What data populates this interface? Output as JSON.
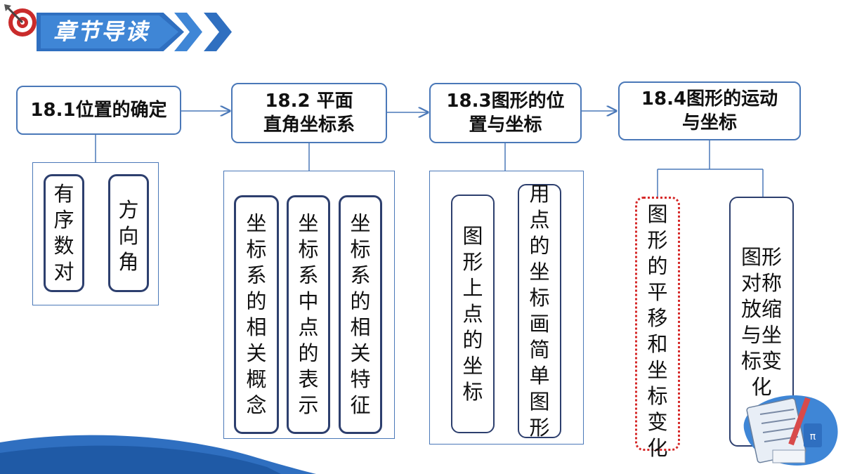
{
  "header": {
    "title": "章节导读"
  },
  "colors": {
    "accent": "#3f86d6",
    "border": "#4a78b8",
    "pill_border": "#2d3f6e",
    "highlight": "#d62828"
  },
  "sections": [
    {
      "title": "18.1位置的确定",
      "items": [
        "有序数对",
        "方向角"
      ]
    },
    {
      "title": "18.2 平面直角坐标系",
      "items": [
        "坐标系的相关概念",
        "坐标系中点的表示",
        "坐标系的相关特征"
      ]
    },
    {
      "title": "18.3图形的位置与坐标",
      "items": [
        "图形上点的坐标",
        "用点的坐标画简单图形"
      ]
    },
    {
      "title": "18.4图形的运动与坐标",
      "items": [
        "图形的平移和坐标变化",
        "图形对称放缩与坐标变化"
      ]
    }
  ],
  "icons": {
    "header": "dartboard-icon",
    "decor": "math-notebook-icon"
  }
}
